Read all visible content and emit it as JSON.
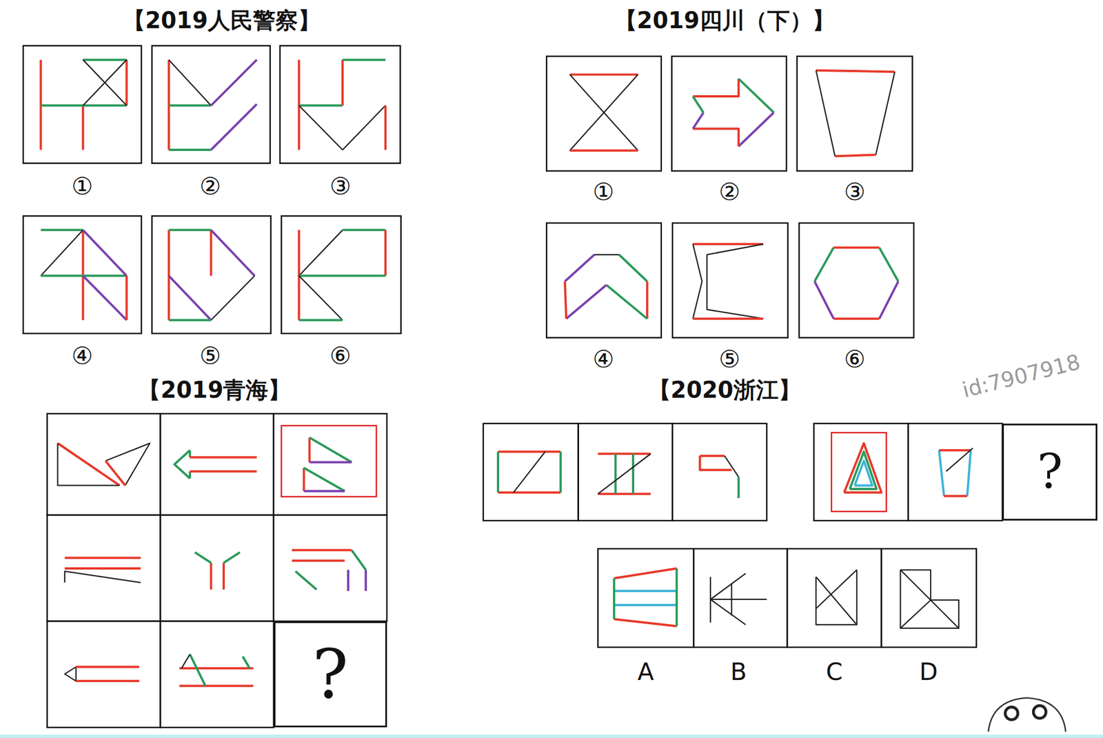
{
  "diagram": {
    "nodes": [
      {
        "text": [
          "?"
        ]
      },
      {
        "text": [
          "?"
        ]
      }
    ],
    "labels": [
      "【2019人民警察】",
      "【2019四川（下）】",
      "①",
      "②",
      "③",
      "①",
      "②",
      "③",
      "④",
      "⑤",
      "⑥",
      "④",
      "⑤",
      "⑥",
      "id:7907918",
      "【2019青海】",
      "【2020浙江】",
      "A",
      "B",
      "C",
      "D"
    ]
  }
}
